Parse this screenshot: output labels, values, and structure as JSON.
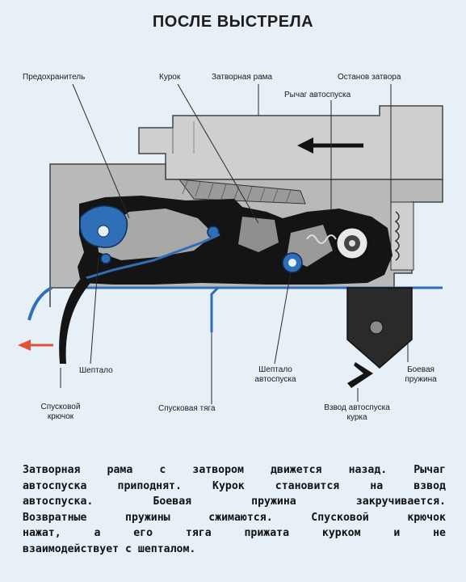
{
  "title": "ПОСЛЕ ВЫСТРЕЛА",
  "labels": {
    "safety": "Предохранитель",
    "hammer": "Курок",
    "bolt_carrier": "Затворная рама",
    "bolt_stop": "Останов затвора",
    "auto_lever": "Рычаг автоспуска",
    "sear": "Шептало",
    "auto_sear_line1": "Шептало",
    "auto_sear_line2": "автоспуска",
    "mainspring_line1": "Боевая",
    "mainspring_line2": "пружина",
    "trigger_line1": "Спусковой",
    "trigger_line2": "крючок",
    "trigger_bar": "Спусковая тяга",
    "auto_cock_line1": "Взвод автоспуска",
    "auto_cock_line2": "курка"
  },
  "caption": [
    "Затворная рама с затвором движется назад. Рычаг",
    "автоспуска приподнят. Курок становится на взвод",
    "автоспуска. Боевая пружина закручивается.",
    "Возвратные пружины сжимаются. Спусковой крючок",
    "нажат, а его тяга прижата курком и не",
    "взаимодействует с шепталом."
  ],
  "colors": {
    "background": "#e6f0f6",
    "receiver": "#b9b9b9",
    "bolt_carrier": "#cfcfcf",
    "mechanism": "#141414",
    "parts_blue": "#2f6fb8",
    "arrow_red": "#e0553a"
  }
}
